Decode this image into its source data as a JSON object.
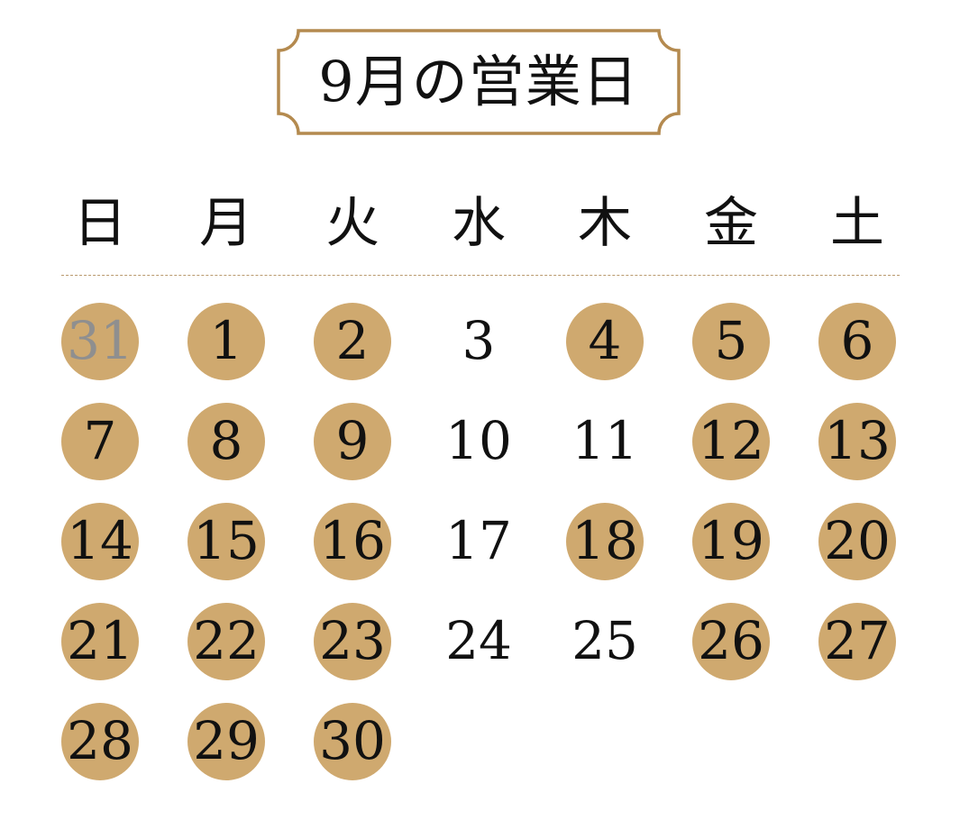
{
  "title": "9月の営業日",
  "colors": {
    "frame_border": "#b48a4f",
    "open_day_fill": "#cfa96f",
    "day_text": "#111111",
    "other_month_text": "#8f8f8f",
    "divider": "#b99a6e"
  },
  "weekdays": [
    "日",
    "月",
    "火",
    "水",
    "木",
    "金",
    "土"
  ],
  "weeks": [
    [
      {
        "label": "31",
        "open": true,
        "other_month": true
      },
      {
        "label": "1",
        "open": true,
        "other_month": false
      },
      {
        "label": "2",
        "open": true,
        "other_month": false
      },
      {
        "label": "3",
        "open": false,
        "other_month": false
      },
      {
        "label": "4",
        "open": true,
        "other_month": false
      },
      {
        "label": "5",
        "open": true,
        "other_month": false
      },
      {
        "label": "6",
        "open": true,
        "other_month": false
      }
    ],
    [
      {
        "label": "7",
        "open": true,
        "other_month": false
      },
      {
        "label": "8",
        "open": true,
        "other_month": false
      },
      {
        "label": "9",
        "open": true,
        "other_month": false
      },
      {
        "label": "10",
        "open": false,
        "other_month": false
      },
      {
        "label": "11",
        "open": false,
        "other_month": false
      },
      {
        "label": "12",
        "open": true,
        "other_month": false
      },
      {
        "label": "13",
        "open": true,
        "other_month": false
      }
    ],
    [
      {
        "label": "14",
        "open": true,
        "other_month": false
      },
      {
        "label": "15",
        "open": true,
        "other_month": false
      },
      {
        "label": "16",
        "open": true,
        "other_month": false
      },
      {
        "label": "17",
        "open": false,
        "other_month": false
      },
      {
        "label": "18",
        "open": true,
        "other_month": false
      },
      {
        "label": "19",
        "open": true,
        "other_month": false
      },
      {
        "label": "20",
        "open": true,
        "other_month": false
      }
    ],
    [
      {
        "label": "21",
        "open": true,
        "other_month": false
      },
      {
        "label": "22",
        "open": true,
        "other_month": false
      },
      {
        "label": "23",
        "open": true,
        "other_month": false
      },
      {
        "label": "24",
        "open": false,
        "other_month": false
      },
      {
        "label": "25",
        "open": false,
        "other_month": false
      },
      {
        "label": "26",
        "open": true,
        "other_month": false
      },
      {
        "label": "27",
        "open": true,
        "other_month": false
      }
    ],
    [
      {
        "label": "28",
        "open": true,
        "other_month": false
      },
      {
        "label": "29",
        "open": true,
        "other_month": false
      },
      {
        "label": "30",
        "open": true,
        "other_month": false
      }
    ]
  ]
}
